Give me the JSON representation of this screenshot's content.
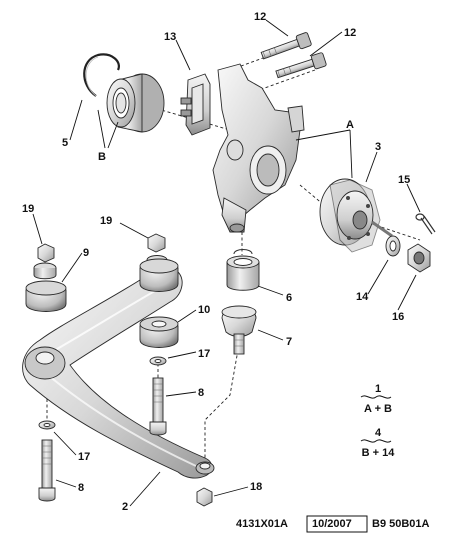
{
  "callouts": {
    "c1": "1",
    "c2": "2",
    "c3": "3",
    "c5": "5",
    "c6": "6",
    "c7": "7",
    "c8a": "8",
    "c8b": "8",
    "c9": "9",
    "c10": "10",
    "c12a": "12",
    "c12b": "12",
    "c13": "13",
    "c14": "14",
    "c15": "15",
    "c16": "16",
    "c17a": "17",
    "c17b": "17",
    "c18": "18",
    "c19a": "19",
    "c19b": "19",
    "cA": "A",
    "cB": "B"
  },
  "legend": {
    "f1_top": "1",
    "f1_bottom": "A + B",
    "f2_top": "4",
    "f2_bottom": "B + 14"
  },
  "footer": {
    "ref_left": "4131X01A",
    "date": "10/2007",
    "ref_right": "B9 50B01A"
  },
  "colors": {
    "metal_light": "#f2f2f2",
    "metal_mid": "#d0d0d0",
    "metal_dark": "#8f8f8f",
    "ink": "#111111"
  }
}
